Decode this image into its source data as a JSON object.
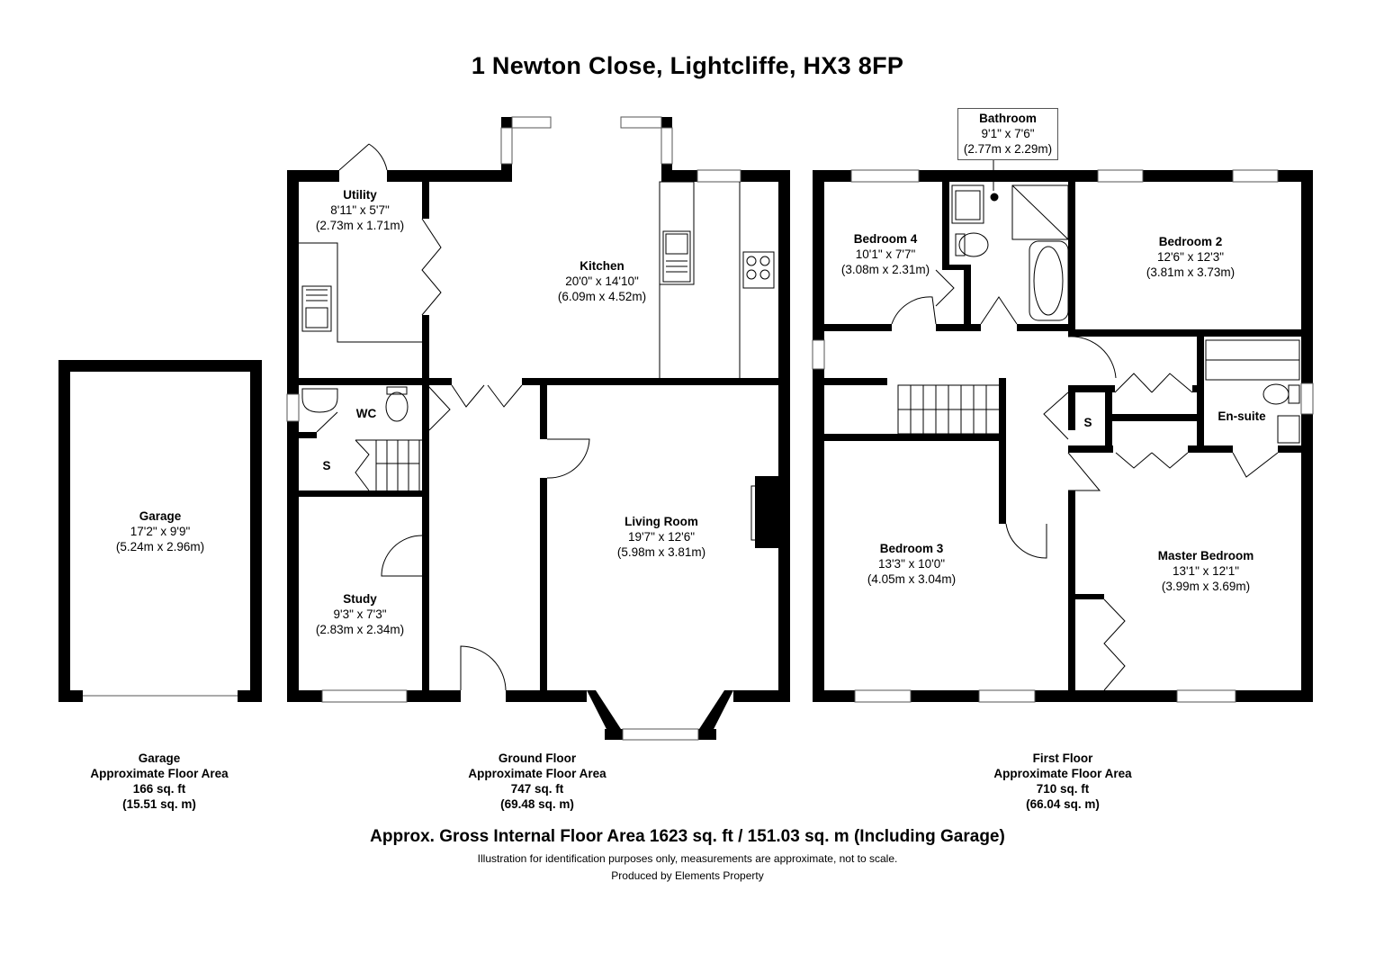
{
  "title": "1 Newton Close, Lightcliffe, HX3 8FP",
  "rooms": {
    "utility": {
      "name": "Utility",
      "imperial": "8'11\" x 5'7\"",
      "metric": "(2.73m x 1.71m)"
    },
    "kitchen": {
      "name": "Kitchen",
      "imperial": "20'0\" x 14'10\"",
      "metric": "(6.09m x 4.52m)"
    },
    "wc": {
      "name": "WC"
    },
    "store_gf": {
      "name": "S"
    },
    "study": {
      "name": "Study",
      "imperial": "9'3\" x 7'3\"",
      "metric": "(2.83m x 2.34m)"
    },
    "living": {
      "name": "Living Room",
      "imperial": "19'7\" x 12'6\"",
      "metric": "(5.98m x 3.81m)"
    },
    "garage": {
      "name": "Garage",
      "imperial": "17'2\" x 9'9\"",
      "metric": "(5.24m x 2.96m)"
    },
    "bathroom": {
      "name": "Bathroom",
      "imperial": "9'1\" x 7'6\"",
      "metric": "(2.77m x 2.29m)"
    },
    "bedroom4": {
      "name": "Bedroom 4",
      "imperial": "10'1\" x 7'7\"",
      "metric": "(3.08m x 2.31m)"
    },
    "bedroom2": {
      "name": "Bedroom 2",
      "imperial": "12'6\" x 12'3\"",
      "metric": "(3.81m x 3.73m)"
    },
    "ensuite": {
      "name": "En-suite"
    },
    "store_ff": {
      "name": "S"
    },
    "bedroom3": {
      "name": "Bedroom 3",
      "imperial": "13'3\" x 10'0\"",
      "metric": "(4.05m x 3.04m)"
    },
    "master": {
      "name": "Master Bedroom",
      "imperial": "13'1\" x 12'1\"",
      "metric": "(3.99m x 3.69m)"
    }
  },
  "floors": {
    "garage": {
      "name": "Garage",
      "label": "Approximate Floor Area",
      "sqft": "166 sq. ft",
      "sqm": "(15.51 sq. m)"
    },
    "ground": {
      "name": "Ground Floor",
      "label": "Approximate Floor Area",
      "sqft": "747 sq. ft",
      "sqm": "(69.48 sq. m)"
    },
    "first": {
      "name": "First Floor",
      "label": "Approximate Floor Area",
      "sqft": "710 sq. ft",
      "sqm": "(66.04 sq. m)"
    }
  },
  "footer": {
    "gross": "Approx. Gross Internal Floor Area 1623 sq. ft / 151.03 sq. m (Including Garage)",
    "disclaimer": "Illustration for identification purposes only, measurements are approximate, not to scale.",
    "produced": "Produced by Elements Property"
  }
}
